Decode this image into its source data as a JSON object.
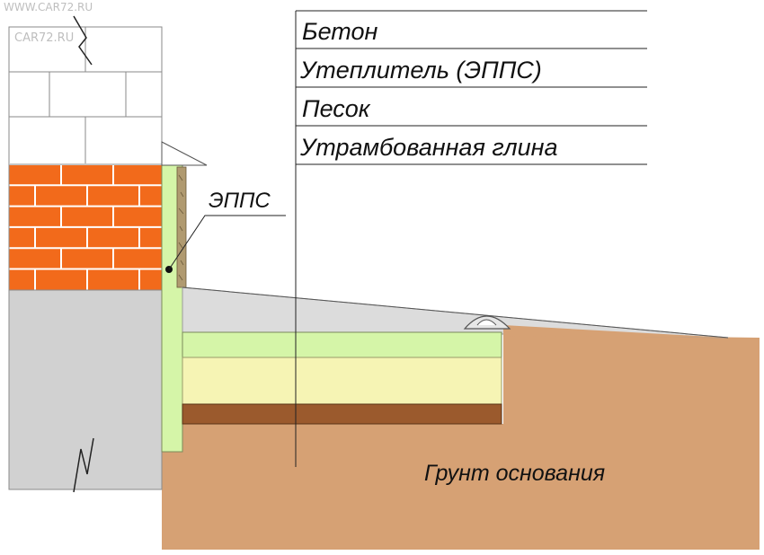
{
  "legend": {
    "items": [
      {
        "label": "Бетон"
      },
      {
        "label": "Утеплитель (ЭППС)"
      },
      {
        "label": "Песок"
      },
      {
        "label": "Утрамбованная глина"
      }
    ]
  },
  "callout": {
    "label": "ЭППС"
  },
  "ground": {
    "label": "Грунт основания"
  },
  "watermark": {
    "line1": "WWW.CAR72.RU",
    "line2": "CAR72.RU"
  },
  "colors": {
    "block_fill": "#ffffff",
    "brick": "#f26a1b",
    "brick_mortar": "#ffffff",
    "wall_concrete": "#d1d1d1",
    "slab_concrete": "#dcdcdc",
    "insulation": "#d5f5a8",
    "sand": "#f6f4b4",
    "clay": "#9b5a2d",
    "soil": "#d6a174",
    "foam_board": "#b09a70",
    "line": "#222222"
  }
}
